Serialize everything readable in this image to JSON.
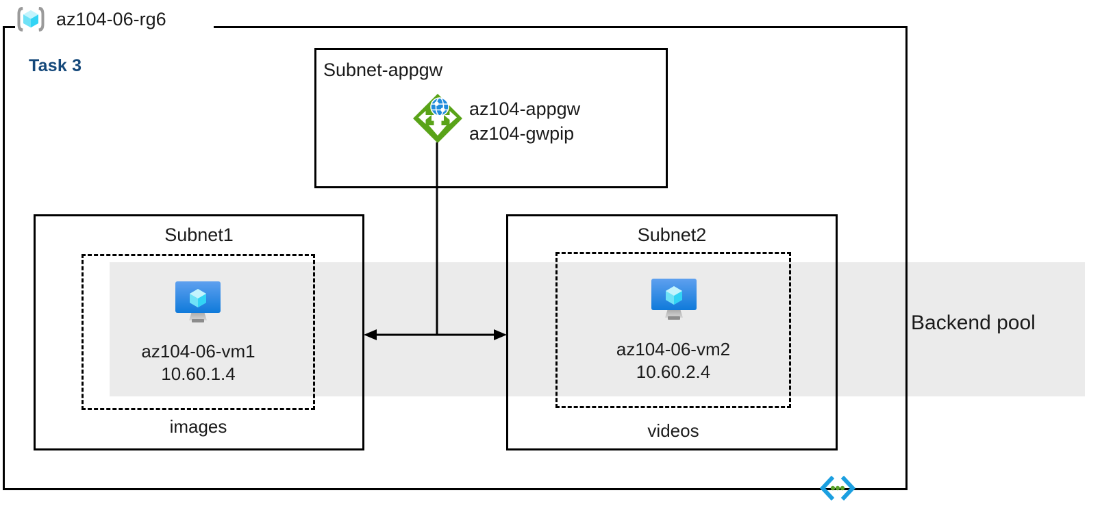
{
  "diagram": {
    "title": "az104-06-rg6",
    "task_heading": "Task 3",
    "resource_group_icon": "azure-resource-group-icon",
    "code_icon": "code-brackets-icon"
  },
  "backend_pool": {
    "label": "Backend pool",
    "band_color": "#ebebeb"
  },
  "subnets": [
    {
      "name": "subnet-appgw",
      "title": "Subnet-appgw",
      "title_align": "left",
      "resources": [
        {
          "icon": "application-gateway-icon",
          "labels": [
            "az104-appgw",
            "az104-gwpip"
          ]
        }
      ]
    },
    {
      "name": "subnet1",
      "title": "Subnet1",
      "title_align": "center",
      "group_caption": "images",
      "vm": {
        "icon": "virtual-machine-icon",
        "name": "az104-06-vm1",
        "ip": "10.60.1.4"
      }
    },
    {
      "name": "subnet2",
      "title": "Subnet2",
      "title_align": "center",
      "group_caption": "videos",
      "vm": {
        "icon": "virtual-machine-icon",
        "name": "az104-06-vm2",
        "ip": "10.60.2.4"
      }
    }
  ],
  "colors": {
    "task_heading": "#14487a",
    "gateway_green": "#59a318",
    "gateway_globe_blue": "#1f8bdb",
    "vm_blue": "#1b85de",
    "vm_cube_cyan": "#50e6ff",
    "rg_cube_cyan": "#50e6ff",
    "bracket_gray": "#9a9a9a",
    "code_icon_cyan": "#1b9fe0",
    "code_icon_dot_green": "#5aa22a",
    "line": "#000000"
  }
}
